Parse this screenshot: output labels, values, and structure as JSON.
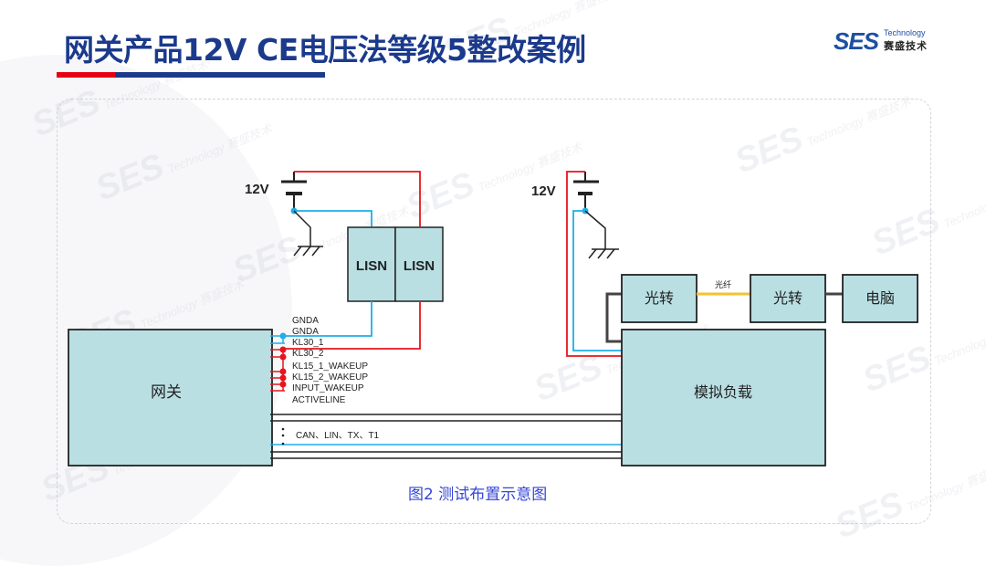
{
  "header": {
    "title": "网关产品12V CE电压法等级5整改案例",
    "accent_red": "#e60012",
    "accent_blue": "#1b3a8c"
  },
  "logo": {
    "mark": "SES",
    "tagline": "Technology",
    "cn_name": "赛盛技术"
  },
  "watermark": {
    "text": "SES",
    "sub": "Technology 赛盛技术"
  },
  "diagram": {
    "left_supply": {
      "voltage_label": "12V"
    },
    "right_supply": {
      "voltage_label": "12V"
    },
    "lisn_left": {
      "label": "LISN"
    },
    "lisn_right": {
      "label": "LISN"
    },
    "gateway": {
      "label": "网关"
    },
    "pins": [
      "GNDA",
      "GNDA",
      "KL30_1",
      "KL30_2",
      "KL15_1_WAKEUP",
      "KL15_2_WAKEUP",
      "INPUT_WAKEUP",
      "ACTIVELINE"
    ],
    "bus_label": "CAN、LIN、TX、T1",
    "bus_ellipsis": ":",
    "converter_1": {
      "label": "光转"
    },
    "fiber_label": "光纤",
    "converter_2": {
      "label": "光转"
    },
    "computer": {
      "label": "电脑"
    },
    "load": {
      "label": "模拟负载"
    },
    "colors": {
      "box_fill": "#b9dfe3",
      "power_red": "#e8141c",
      "ground_blue": "#1eaee8",
      "fiber": "#f2c230",
      "wire": "#333333"
    }
  },
  "caption": "图2  测试布置示意图"
}
